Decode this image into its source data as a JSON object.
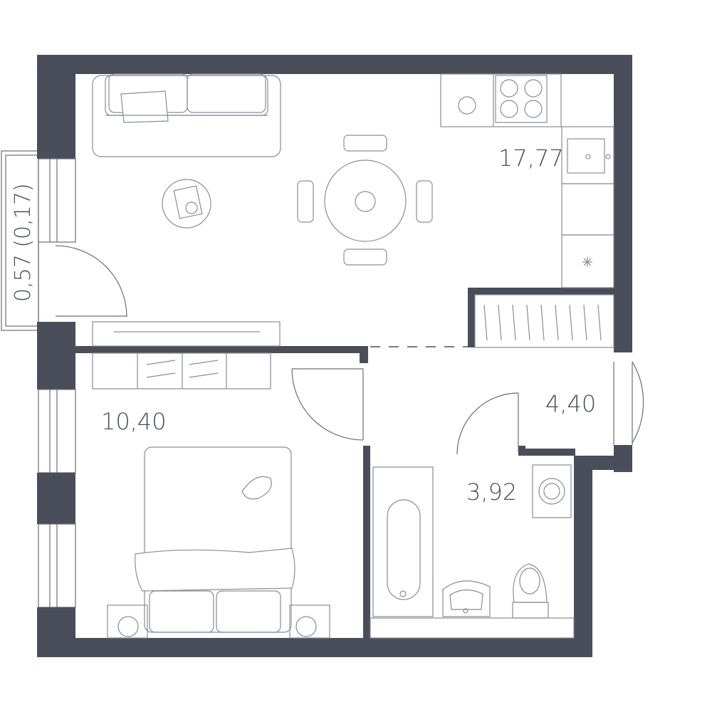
{
  "rooms": {
    "kitchen_living": {
      "area": "17,77"
    },
    "bedroom": {
      "area": "10,40"
    },
    "hallway": {
      "area": "4,40"
    },
    "bathroom": {
      "area": "3,92"
    },
    "balcony": {
      "area": "0,57 (0,17)"
    }
  },
  "colors": {
    "wall": "#4a4d5a",
    "furniture_line": "#8a8d96",
    "background": "#ffffff"
  },
  "icons": [
    "sofa-icon",
    "coffee-table-icon",
    "dining-table-icon",
    "stove-icon",
    "sink-icon",
    "fridge-icon",
    "wardrobe-icon",
    "tv-stand-icon",
    "dresser-icon",
    "bed-icon",
    "nightstand-icon",
    "bathtub-icon",
    "washbasin-icon",
    "toilet-icon",
    "washing-machine-icon",
    "door-swing-icon"
  ]
}
